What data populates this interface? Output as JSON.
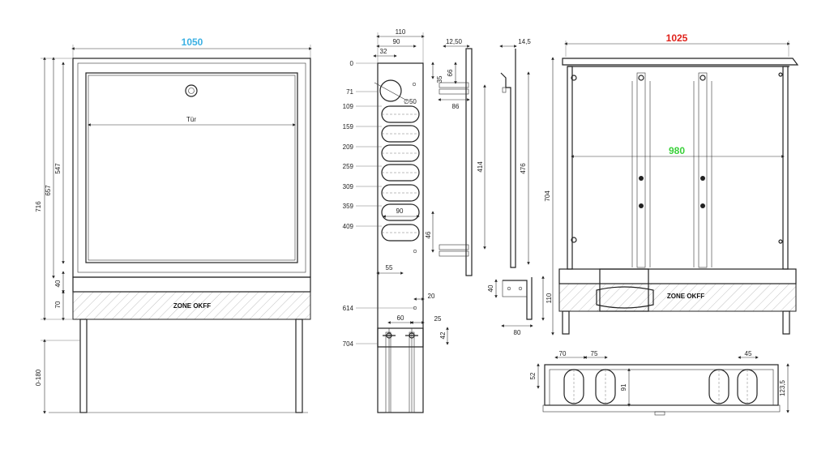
{
  "colors": {
    "width_front": "#3ab0e3",
    "width_side": "#e0221b",
    "inner_width": "#39d039"
  },
  "front_view": {
    "width_label": "1050",
    "door_label": "Tür",
    "zone_label": "ZONE OKFF",
    "heights": [
      "716",
      "657",
      "547",
      "40",
      "70",
      "0-180"
    ]
  },
  "side_view": {
    "top_dims": [
      "110",
      "90",
      "32"
    ],
    "right_dims": [
      "35",
      "50"
    ],
    "diameter": "∅50",
    "positions": [
      "0",
      "71",
      "109",
      "159",
      "209",
      "259",
      "309",
      "359",
      "409",
      "614",
      "704"
    ],
    "inner_dims": [
      "90",
      "46",
      "55",
      "20",
      "60",
      "25",
      "42"
    ]
  },
  "rail_view": {
    "dims": [
      "12,50",
      "66",
      "86",
      "414"
    ]
  },
  "bracket_view": {
    "dims": [
      "14,5",
      "476",
      "40",
      "110",
      "80"
    ]
  },
  "back_view": {
    "width_label": "1025",
    "inner_label": "980",
    "height_label": "704",
    "zone_label": "ZONE OKFF"
  },
  "bottom_view": {
    "dims": [
      "70",
      "75",
      "45",
      "52",
      "91",
      "123,5"
    ]
  }
}
